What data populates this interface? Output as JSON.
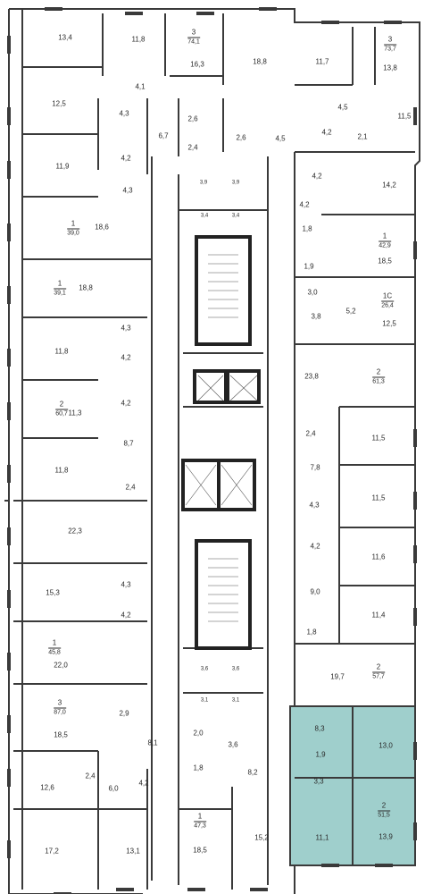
{
  "highlight_color": "#9fcfcc",
  "apartments": [
    {
      "id": "a1",
      "number": "3",
      "area": "74,1"
    },
    {
      "id": "a2",
      "number": "3",
      "area": "73,7"
    },
    {
      "id": "a3",
      "number": "1",
      "area": "39,0"
    },
    {
      "id": "a4",
      "number": "1",
      "area": "42,9"
    },
    {
      "id": "a5",
      "number": "1",
      "area": "39,1"
    },
    {
      "id": "a6",
      "number": "1С",
      "area": "26,4"
    },
    {
      "id": "a7",
      "number": "2",
      "area": "61,3"
    },
    {
      "id": "a8",
      "number": "2",
      "area": "60,7"
    },
    {
      "id": "a9",
      "number": "1",
      "area": "45,8"
    },
    {
      "id": "a10",
      "number": "2",
      "area": "57,7"
    },
    {
      "id": "a11",
      "number": "3",
      "area": "87,0"
    },
    {
      "id": "a12",
      "number": "1",
      "area": "47,3"
    },
    {
      "id": "a13",
      "number": "2",
      "area": "51,5"
    }
  ],
  "rooms": [
    "13,4",
    "11,8",
    "16,3",
    "18,8",
    "11,7",
    "13,8",
    "4,1",
    "12,5",
    "4,3",
    "2,6",
    "6,7",
    "4,5",
    "4,2",
    "11,5",
    "2,1",
    "4,2",
    "2,4",
    "2,6",
    "4,5",
    "11,9",
    "4,3",
    "3,9",
    "3,9",
    "4,2",
    "14,2",
    "18,6",
    "3,4",
    "3,4",
    "4,2",
    "1,8",
    "18,5",
    "1,9",
    "18,8",
    "3,0",
    "5,2",
    "12,5",
    "3,8",
    "4,3",
    "11,8",
    "4,2",
    "23,8",
    "11,3",
    "4,2",
    "2,4",
    "11,5",
    "8,7",
    "11,8",
    "7,8",
    "2,4",
    "11,5",
    "4,3",
    "22,3",
    "4,2",
    "11,6",
    "4,3",
    "15,3",
    "9,0",
    "4,2",
    "11,4",
    "1,8",
    "22,0",
    "3,6",
    "3,6",
    "19,7",
    "3,1",
    "3,1",
    "2,9",
    "8,3",
    "13,0",
    "18,5",
    "8,1",
    "2,0",
    "3,6",
    "1,9",
    "2,4",
    "1,8",
    "8,2",
    "3,3",
    "12,6",
    "6,0",
    "4,2",
    "17,2",
    "13,1",
    "18,5",
    "15,2",
    "11,1",
    "13,9"
  ]
}
